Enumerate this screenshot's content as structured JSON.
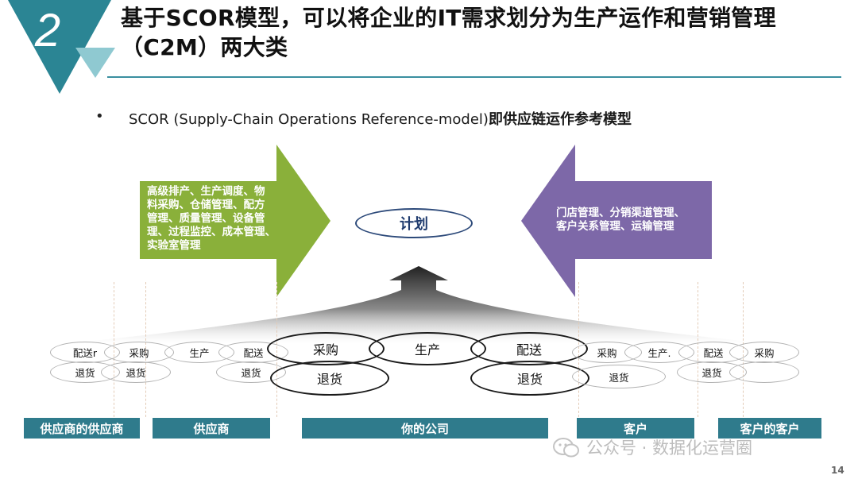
{
  "slide": {
    "number": "2",
    "title": "基于SCOR模型，可以将企业的IT需求划分为生产运作和营销管理（C2M）两大类",
    "bullet_symbol": "•",
    "subtitle_prefix": "SCOR (Supply-Chain Operations Reference-model)",
    "subtitle_suffix": "即供应链运作参考模型",
    "page_number": "14"
  },
  "left_panel": {
    "lines": [
      "高级排产、生产调度、物",
      "料采购、仓储管理、配方",
      "管理、质量管理、设备管",
      "理、过程监控、成本管理、",
      "实验室管理"
    ]
  },
  "right_panel": {
    "lines": [
      "门店管理、分销渠道管理、",
      "客户关系管理、运输管理"
    ]
  },
  "center": {
    "label": "计划"
  },
  "process_ovals": {
    "top": [
      "配送r",
      "采购",
      "生产",
      "配送",
      "采购",
      "生产",
      "配送",
      "采购",
      "生产.",
      "配送",
      "采购"
    ],
    "bottom": [
      "退货",
      "退货",
      "退货",
      "退货",
      "退货",
      "退货",
      "退货"
    ]
  },
  "entities": [
    "供应商的供应商",
    "供应商",
    "你的公司",
    "客户",
    "客户的客户"
  ],
  "watermark": "公众号 · 数据化运营圈",
  "colors": {
    "teal": "#2f7b8c",
    "green_arrow": "#8ab03a",
    "purple_arrow": "#7d68a8",
    "title_rule": "#3a8fa0"
  }
}
